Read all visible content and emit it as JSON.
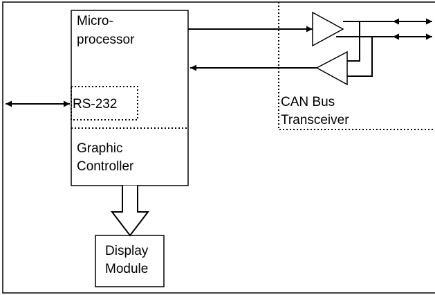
{
  "labels": {
    "microprocessor_line1": "Micro-",
    "microprocessor_line2": "processor",
    "rs232": "RS-232",
    "graphic_line1": "Graphic",
    "graphic_line2": "Controller",
    "can_line1": "CAN Bus",
    "can_line2": "Transceiver",
    "display_line1": "Display",
    "display_line2": "Module"
  },
  "colors": {
    "stroke": "#000000",
    "background": "#ffffff"
  }
}
